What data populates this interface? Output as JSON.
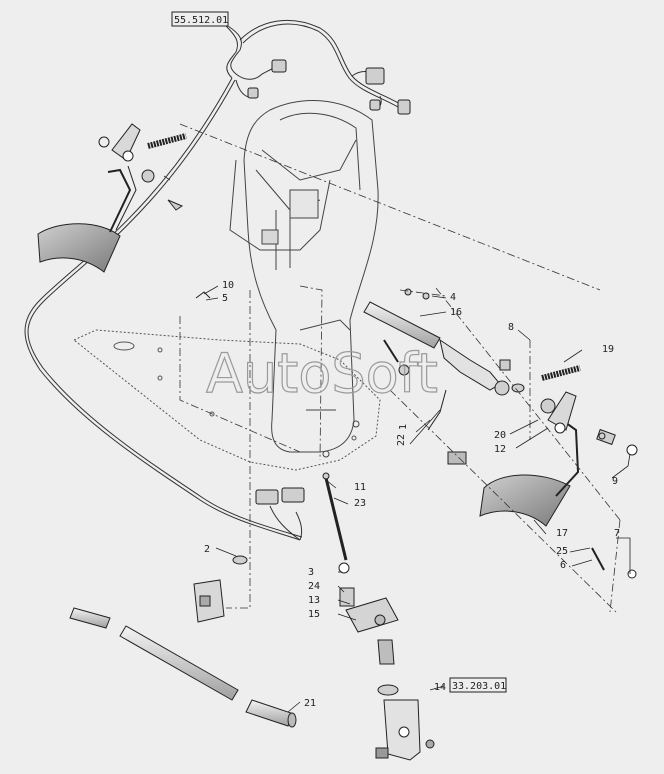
{
  "references": {
    "top": "55.512.01",
    "bottom": "33.203.01"
  },
  "watermark": "AutoSoft",
  "callouts": {
    "c1": "1",
    "c2": "2",
    "c3": "3",
    "c4": "4",
    "c5": "5",
    "c6": "6",
    "c7": "7",
    "c8": "8",
    "c9": "9",
    "c10": "10",
    "c11": "11",
    "c12": "12",
    "c13": "13",
    "c14": "14",
    "c15": "15",
    "c16": "16",
    "c17": "17",
    "c19": "19",
    "c20": "20",
    "c21": "21",
    "c22": "22",
    "c23": "23",
    "c24": "24",
    "c25": "25"
  }
}
